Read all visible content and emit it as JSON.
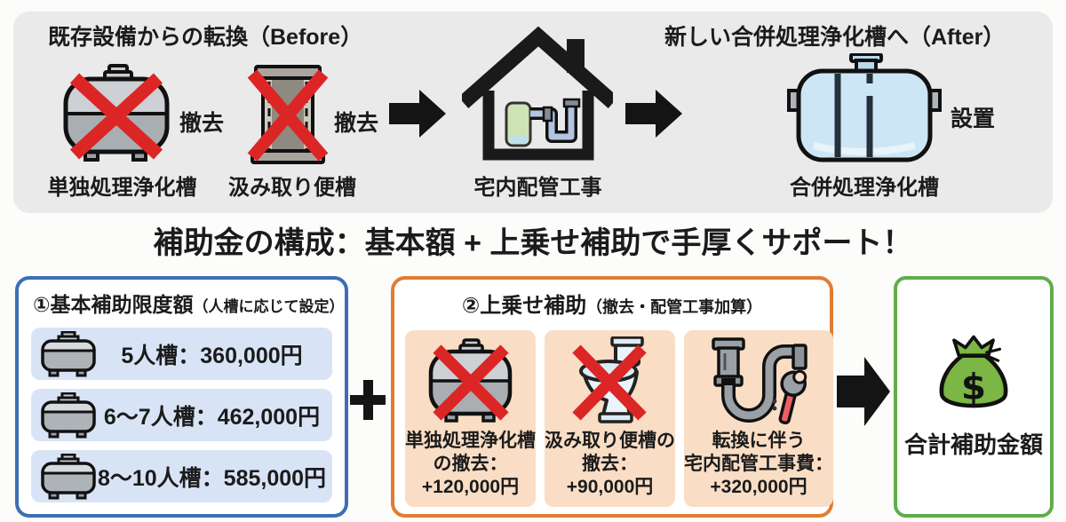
{
  "colors": {
    "panel_bg": "#eaeaea",
    "blue_border": "#3c6eb5",
    "blue_row_bg": "#d8e4f6",
    "orange_border": "#e07d33",
    "orange_card_bg": "#f9ddc5",
    "green_border": "#5fad4a",
    "red_x": "#dc2626",
    "arrow_black": "#141414"
  },
  "top_panel": {
    "before_title": "既存設備からの転換（Before）",
    "after_title": "新しい合併処理浄化槽へ（After）",
    "before_items": [
      {
        "label": "単独処理浄化槽",
        "tag": "撤去"
      },
      {
        "label": "汲み取り便槽",
        "tag": "撤去"
      }
    ],
    "house_label": "宅内配管工事",
    "after_item": {
      "label": "合併処理浄化槽",
      "tag": "設置"
    }
  },
  "section_title": "補助金の構成：基本額 + 上乗せ補助で手厚くサポート！",
  "base_box": {
    "title": "①基本補助限度額",
    "note": "（人槽に応じて設定）",
    "rows": [
      "5人槽：360,000円",
      "6〜7人槽：462,000円",
      "8〜10人槽：585,000円"
    ]
  },
  "addon_box": {
    "title": "②上乗せ補助",
    "note": "（撤去・配管工事加算）",
    "cards": [
      {
        "lines": [
          "単独処理浄化槽",
          "の撤去：",
          "+120,000円"
        ]
      },
      {
        "lines": [
          "汲み取り便槽の",
          "撤去：",
          "+90,000円"
        ]
      },
      {
        "lines": [
          "転換に伴う",
          "宅内配管工事費：",
          "+320,000円"
        ]
      }
    ]
  },
  "total_box": {
    "label": "合計補助金額"
  }
}
